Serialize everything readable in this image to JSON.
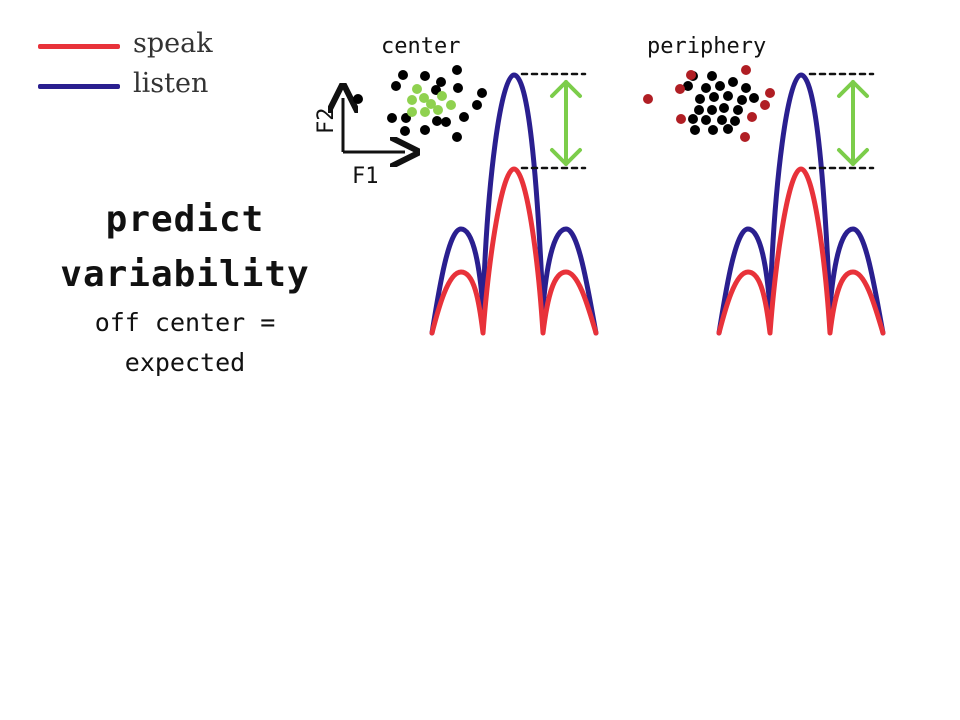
{
  "legend": [
    {
      "label": "speak",
      "color": "#e8323a"
    },
    {
      "label": "listen",
      "color": "#2a1f8f"
    }
  ],
  "caption": {
    "title_line1": "predict",
    "title_line2": "variability",
    "sub_line1": "off center =",
    "sub_line2": "expected"
  },
  "axes": {
    "x_label": "F1",
    "y_label": "F2"
  },
  "panels": [
    {
      "label": "center"
    },
    {
      "label": "periphery"
    }
  ],
  "colors": {
    "speak": "#e8323a",
    "listen": "#2a1f8f",
    "arrow": "#7ccd4a",
    "center_dot": "#8fd14f",
    "periphery_dot": "#b01e24",
    "dot": "#000000"
  }
}
